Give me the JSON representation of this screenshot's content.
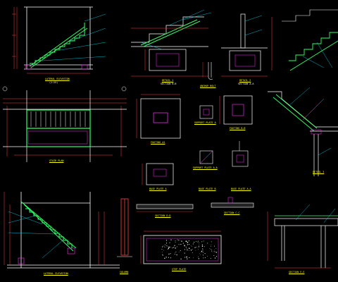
{
  "titles": {
    "lateral_elevation_top": "LATERAL ELEVATION",
    "stair_plan": "STAIR PLAN",
    "lateral_elevation_bottom": "LATERAL ELEVATION",
    "column": "COLUMN",
    "detail_1": "DETAIL 1",
    "section_b_b": "SECTION B-B",
    "detail_2": "DETAIL 2",
    "section_a_a": "SECTION A-A",
    "anchor_bolt": "ANCHOR BOLT",
    "footing_a1": "FOOTING A1",
    "support_plate_a": "SUPPORT PLATE A",
    "footing_b": "FOOTING B-B",
    "support_plate_a2": "SUPPORT PLATE A-A",
    "base_plate_a": "BASE PLATE A",
    "base_plate_b": "BASE PLATE B",
    "base_plate_a2": "BASE PLATE A-A",
    "section_d_d": "SECTION D-D",
    "section_c_c": "SECTION C-C",
    "step_plate": "STEP PLATE",
    "detail_3": "DETAIL 3",
    "section_e_e": "SECTION E-E"
  },
  "scale_note": "(1:25)",
  "colors": {
    "background": "#000000",
    "outline": "#ffffff",
    "dimension": "#ff3030",
    "annotation": "#00e5ff",
    "stair_structure": "#33ff66",
    "embed": "#ff33ff",
    "label": "#ffff00"
  }
}
